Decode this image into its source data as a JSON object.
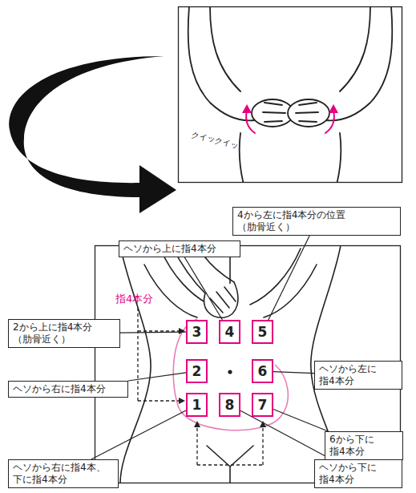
{
  "diagram": {
    "nodes": [
      {
        "text": [
          "4から左に指4本分の位置 （肋骨近く）"
        ]
      },
      {
        "text": [
          "ヘソから上に指4本分"
        ]
      },
      {
        "text": [
          "2から上に指4本分 （肋骨近く）"
        ]
      },
      {
        "text": [
          "3"
        ]
      },
      {
        "text": [
          "4"
        ]
      },
      {
        "text": [
          "5"
        ]
      },
      {
        "text": [
          "2"
        ]
      },
      {
        "text": [
          "ヘソから左に 指4本分"
        ]
      },
      {
        "text": [
          "6"
        ]
      },
      {
        "text": [
          "ヘソから右に指4本分"
        ]
      },
      {
        "text": [
          "1"
        ]
      },
      {
        "text": [
          "8"
        ]
      },
      {
        "text": [
          "7"
        ]
      },
      {
        "text": [
          "6から下に 指4本分"
        ]
      },
      {
        "text": [
          "ヘソから右に指4本、 下に指4本分"
        ]
      },
      {
        "text": [
          "ヘソから下に 指4本分"
        ]
      }
    ],
    "edges": [
      {
        "from": 0,
        "to": 5,
        "arrow": "none"
      },
      {
        "from": 1,
        "to": 4,
        "arrow": "none"
      },
      {
        "from": 2,
        "to": 3,
        "arrow": "none"
      },
      {
        "from": 7,
        "to": 8,
        "arrow": "none"
      },
      {
        "from": 9,
        "to": 6,
        "arrow": "none"
      },
      {
        "from": 13,
        "to": 12,
        "arrow": "none"
      },
      {
        "from": 14,
        "to": 10,
        "arrow": "none"
      },
      {
        "from": 15,
        "to": 11,
        "arrow": "none"
      }
    ],
    "labels": [
      "クイックイッ",
      "指4本分"
    ]
  }
}
